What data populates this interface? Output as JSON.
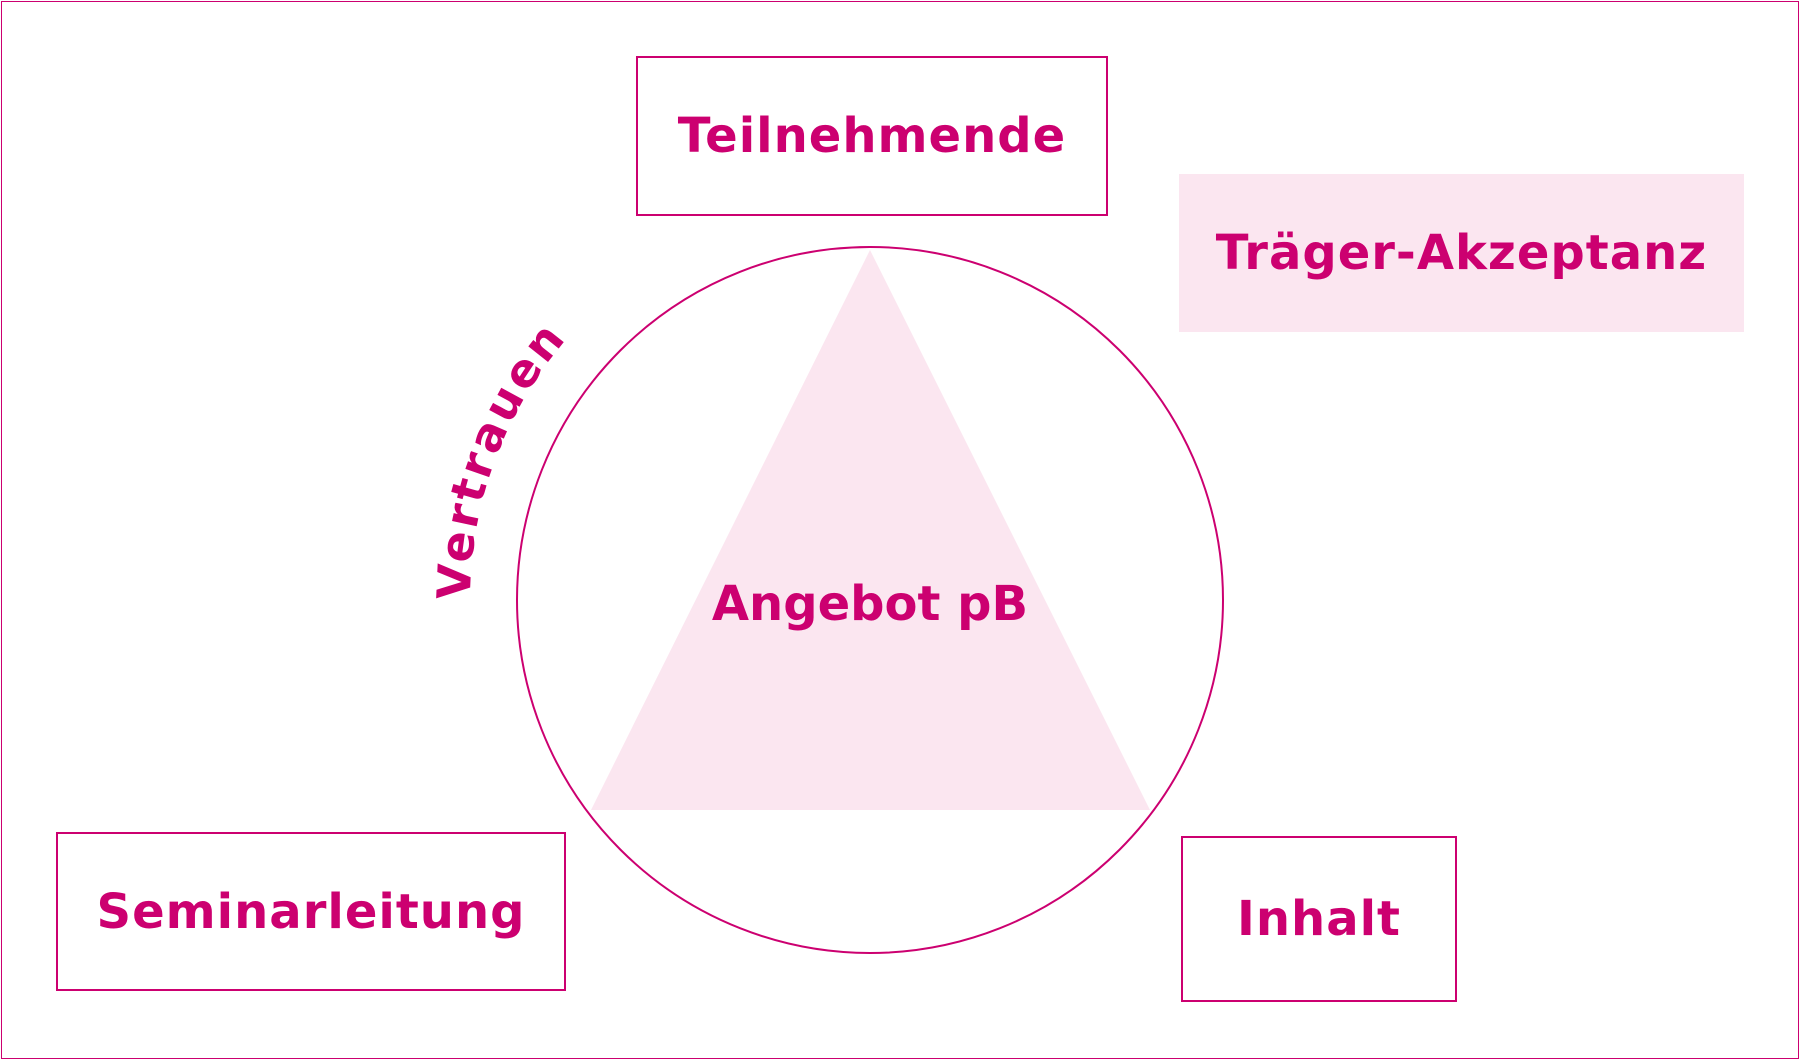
{
  "diagram": {
    "center": "Angebot pB",
    "arc_label": "Vertrauen",
    "top": "Teilnehmende",
    "top_right": "Träger-Akzeptanz",
    "bottom_left": "Seminarleitung",
    "bottom_right": "Inhalt"
  },
  "colors": {
    "accent": "#cc0070",
    "fill": "#fbe6f0"
  }
}
